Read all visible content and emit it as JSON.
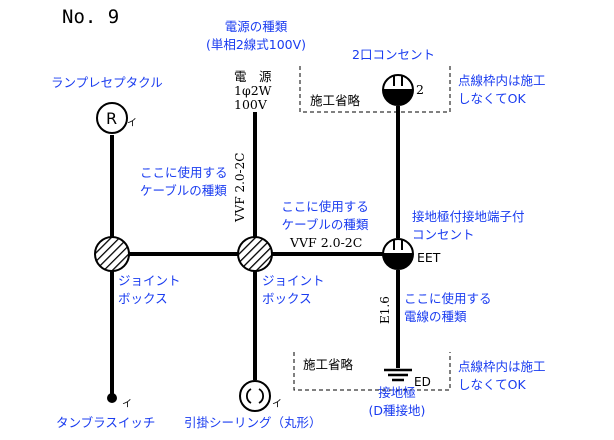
{
  "title": "No. 9",
  "power": {
    "label_blue": [
      "電源の種類",
      "(単相2線式100V)"
    ],
    "label_black": [
      "電　源",
      "1φ2W",
      "100V"
    ]
  },
  "cable_vertical": "VVF 2.0-2C",
  "cable_horizontal": "VVF 2.0-2C",
  "wire_ground": "E1.6",
  "labels": {
    "lamp": "ランプレセプタクル",
    "cable_type_1": [
      "ここに使用する",
      "ケーブルの種類"
    ],
    "cable_type_2": [
      "ここに使用する",
      "ケーブルの種類"
    ],
    "joint_box_1": [
      "ジョイント",
      "ボックス"
    ],
    "joint_box_2": [
      "ジョイント",
      "ボックス"
    ],
    "outlet": "2口コンセント",
    "outlet_count": "2",
    "dashed_note_1": [
      "点線枠内は施工",
      "しなくてOK"
    ],
    "dashed_note_2": [
      "点線枠内は施工",
      "しなくてOK"
    ],
    "omit_1": "施工省略",
    "omit_2": "施工省略",
    "ground_outlet": [
      "接地極付接地端子付",
      "コンセント"
    ],
    "eet": "EET",
    "wire_type": [
      "ここに使用する",
      "電線の種類"
    ],
    "ground_electrode": [
      "接地極",
      "(D種接地)"
    ],
    "ground_symbol": "ED",
    "tumbler_switch": "タンブラスイッチ",
    "ceiling": "引掛シーリング（丸形）",
    "lamp_letter": "R",
    "i_mark": "イ"
  },
  "colors": {
    "label": "#1a3cf0",
    "line": "#000000"
  }
}
